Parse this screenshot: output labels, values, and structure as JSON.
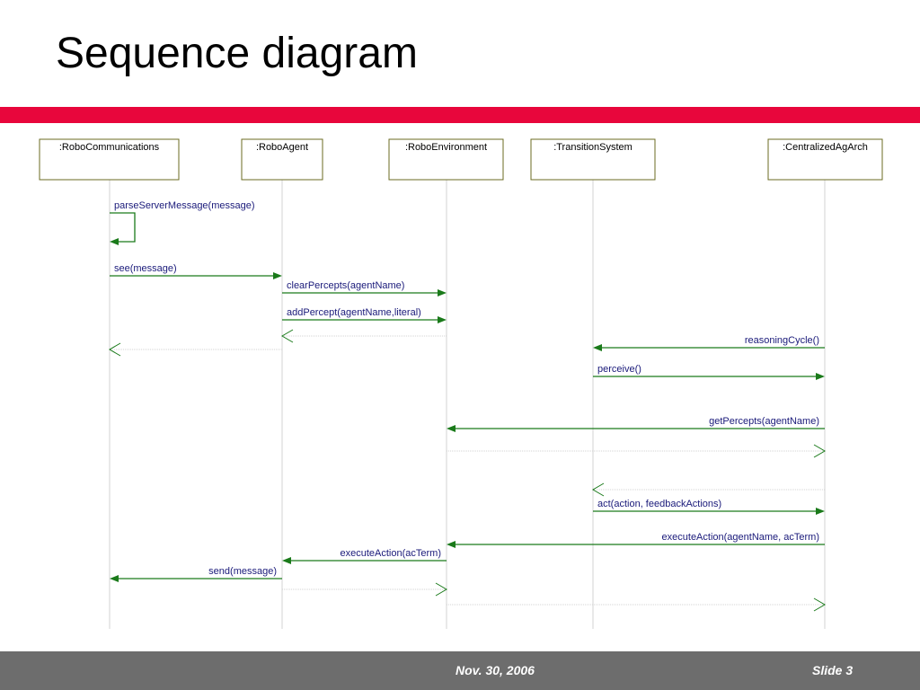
{
  "slide": {
    "title": "Sequence diagram",
    "date": "Nov. 30, 2006",
    "slide_number": "Slide 3"
  },
  "colors": {
    "accent_band": "#e8063c",
    "footer_band": "#6d6d6d",
    "box_border": "#6b6b22",
    "message_line": "#1a7a1a",
    "label_text": "#1a1a7a",
    "lifeline": "#d3d3d3"
  },
  "lifelines": [
    {
      "id": "comm",
      "label": ":RoboCommunications"
    },
    {
      "id": "agent",
      "label": ":RoboAgent"
    },
    {
      "id": "env",
      "label": ":RoboEnvironment"
    },
    {
      "id": "ts",
      "label": ":TransitionSystem"
    },
    {
      "id": "arch",
      "label": ":CentralizedAgArch"
    }
  ],
  "messages": [
    {
      "from": "comm",
      "to": "comm",
      "label": "parseServerMessage(message)",
      "kind": "self"
    },
    {
      "from": "comm",
      "to": "agent",
      "label": "see(message)",
      "kind": "call"
    },
    {
      "from": "agent",
      "to": "env",
      "label": "clearPercepts(agentName)",
      "kind": "call"
    },
    {
      "from": "agent",
      "to": "env",
      "label": "addPercept(agentName,literal)",
      "kind": "call"
    },
    {
      "from": "env",
      "to": "agent",
      "label": "",
      "kind": "return"
    },
    {
      "from": "agent",
      "to": "comm",
      "label": "",
      "kind": "return"
    },
    {
      "from": "arch",
      "to": "ts",
      "label": "reasoningCycle()",
      "kind": "call"
    },
    {
      "from": "ts",
      "to": "arch",
      "label": "perceive()",
      "kind": "call"
    },
    {
      "from": "arch",
      "to": "env",
      "label": "getPercepts(agentName)",
      "kind": "call"
    },
    {
      "from": "env",
      "to": "arch",
      "label": "",
      "kind": "return"
    },
    {
      "from": "arch",
      "to": "ts",
      "label": "",
      "kind": "return"
    },
    {
      "from": "ts",
      "to": "arch",
      "label": "act(action, feedbackActions)",
      "kind": "call"
    },
    {
      "from": "arch",
      "to": "env",
      "label": "executeAction(agentName, acTerm)",
      "kind": "call"
    },
    {
      "from": "env",
      "to": "agent",
      "label": "executeAction(acTerm)",
      "kind": "call"
    },
    {
      "from": "agent",
      "to": "comm",
      "label": "send(message)",
      "kind": "call"
    },
    {
      "from": "agent",
      "to": "env",
      "label": "",
      "kind": "return"
    },
    {
      "from": "env",
      "to": "arch",
      "label": "",
      "kind": "return"
    }
  ]
}
